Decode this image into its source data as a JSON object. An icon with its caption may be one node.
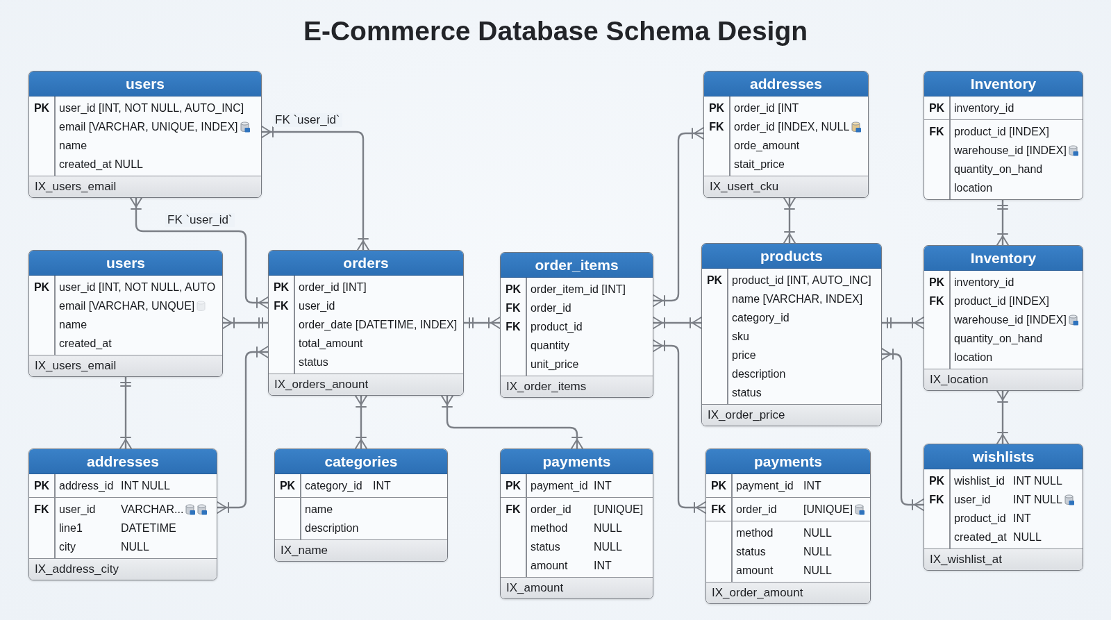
{
  "diagram": {
    "title": "E-Commerce Database Schema Design",
    "nodes": [
      {
        "text": [
          "users",
          "PK",
          "user_id [INT, NOT NULL, AUTO_INC]",
          "email [VARCHAR, UNIQUE, INDEX]",
          "name",
          "created_at NULL",
          "IX_users_email"
        ]
      },
      {
        "text": [
          "addresses",
          "PK",
          "order_id [INT",
          "FK",
          "order_id [INDEX, NULL",
          "orde_amount",
          "stait_price",
          "IX_usert_cku"
        ]
      },
      {
        "text": [
          "Inventory",
          "PK",
          "inventory_id",
          "FK",
          "product_id [INDEX]",
          "warehouse_id [INDEX]",
          "quantity_on_hand",
          "location"
        ]
      },
      {
        "text": [
          "users",
          "PK",
          "user_id [INT, NOT NULL, AUTO",
          "email [VARCHAR, UNQUE]",
          "name",
          "created_at",
          "IX_users_email"
        ]
      },
      {
        "text": [
          "orders",
          "PK",
          "order_id [INT]",
          "FK",
          "user_id",
          "order_date [DATETIME, INDEX]",
          "total_amount",
          "status",
          "IX_orders_anount"
        ]
      },
      {
        "text": [
          "order_items",
          "PK",
          "order_item_id [INT]",
          "FK",
          "order_id",
          "FK",
          "product_id",
          "quantity",
          "unit_price",
          "IX_order_items"
        ]
      },
      {
        "text": [
          "products",
          "PK",
          "product_id [INT, AUTO_INC]",
          "name [VARCHAR, INDEX]",
          "category_id",
          "sku",
          "price",
          "description",
          "status",
          "IX_order_price"
        ]
      },
      {
        "text": [
          "Inventory",
          "PK",
          "inventory_id",
          "FK",
          "product_id [INDEX]",
          "warehouse_id [INDEX]",
          "quantity_on_hand",
          "location",
          "IX_location"
        ]
      },
      {
        "text": [
          "addresses",
          "PK",
          "address_id",
          "INT NULL",
          "FK",
          "user_id",
          "VARCHAR...",
          "line1",
          "DATETIME",
          "city",
          "NULL",
          "IX_address_city"
        ]
      },
      {
        "text": [
          "categories",
          "PK",
          "category_id",
          "INT",
          "name",
          "description",
          "IX_name"
        ]
      },
      {
        "text": [
          "payments",
          "PK",
          "payment_id",
          "INT",
          "FK",
          "order_id",
          "[UNIQUE]",
          "method",
          "NULL",
          "status",
          "NULL",
          "amount",
          "INT",
          "IX_amount"
        ]
      },
      {
        "text": [
          "payments",
          "PK",
          "payment_id",
          "INT",
          "FK",
          "order_id",
          "[UNIQUE]",
          "method",
          "NULL",
          "status",
          "NULL",
          "amount",
          "NULL",
          "IX_order_amount"
        ]
      },
      {
        "text": [
          "wishlists",
          "PK",
          "wishlist_id",
          "INT NULL",
          "FK",
          "user_id",
          "INT NULL",
          "product_id",
          "INT",
          "created_at",
          "NULL",
          "IX_wishlist_at"
        ]
      }
    ],
    "edges": [
      {
        "from": 0,
        "to": 4,
        "arrow": "other",
        "label": "FK `user_id`"
      },
      {
        "from": 0,
        "to": 4,
        "arrow": "other",
        "label": "FK `user_id`"
      },
      {
        "from": 3,
        "to": 4,
        "arrow": "other"
      },
      {
        "from": 8,
        "to": 4,
        "arrow": "other"
      },
      {
        "from": 3,
        "to": 8,
        "arrow": "other"
      },
      {
        "from": 4,
        "to": 5,
        "arrow": "other"
      },
      {
        "from": 4,
        "to": 9,
        "arrow": "other"
      },
      {
        "from": 4,
        "to": 10,
        "arrow": "other"
      },
      {
        "from": 5,
        "to": 1,
        "arrow": "other"
      },
      {
        "from": 5,
        "to": 6,
        "arrow": "other"
      },
      {
        "from": 5,
        "to": 11,
        "arrow": "other"
      },
      {
        "from": 1,
        "to": 6,
        "arrow": "other"
      },
      {
        "from": 6,
        "to": 7,
        "arrow": "other"
      },
      {
        "from": 6,
        "to": 12,
        "arrow": "other"
      },
      {
        "from": 2,
        "to": 7,
        "arrow": "other"
      },
      {
        "from": 7,
        "to": 12,
        "arrow": "other"
      }
    ]
  }
}
